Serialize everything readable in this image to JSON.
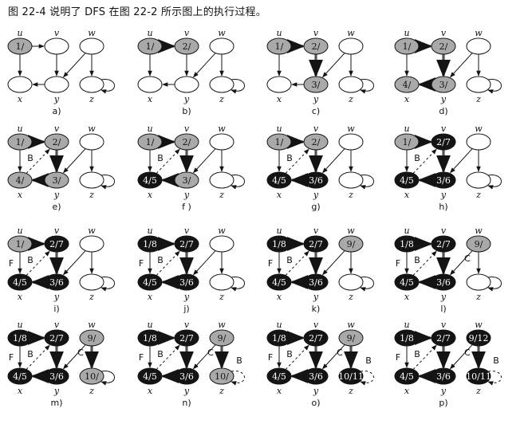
{
  "header": "图 22-4 说明了 DFS 在图 22-2 所示图上的执行过程。",
  "panels": [
    {
      "caption": "a)",
      "nodes": {
        "u": {
          "state": "gray",
          "text": "1/"
        },
        "v": {
          "state": "white",
          "text": ""
        },
        "w": {
          "state": "white",
          "text": ""
        },
        "x": {
          "state": "white",
          "text": ""
        },
        "y": {
          "state": "white",
          "text": ""
        },
        "z": {
          "state": "white",
          "text": ""
        }
      },
      "edges": {
        "uv": "plain",
        "ux": "plain",
        "vy": "plain",
        "yx": "plain",
        "wy": "plain",
        "wz": "plain",
        "zz": "plain"
      }
    },
    {
      "caption": "b)",
      "nodes": {
        "u": {
          "state": "gray",
          "text": "1/"
        },
        "v": {
          "state": "gray",
          "text": "2/"
        },
        "w": {
          "state": "white",
          "text": ""
        },
        "x": {
          "state": "white",
          "text": ""
        },
        "y": {
          "state": "white",
          "text": ""
        },
        "z": {
          "state": "white",
          "text": ""
        }
      },
      "edges": {
        "uv": "tree",
        "ux": "plain",
        "vy": "plain",
        "yx": "plain",
        "wy": "plain",
        "wz": "plain",
        "zz": "plain"
      }
    },
    {
      "caption": "c)",
      "nodes": {
        "u": {
          "state": "gray",
          "text": "1/"
        },
        "v": {
          "state": "gray",
          "text": "2/"
        },
        "w": {
          "state": "white",
          "text": ""
        },
        "x": {
          "state": "white",
          "text": ""
        },
        "y": {
          "state": "gray",
          "text": "3/"
        },
        "z": {
          "state": "white",
          "text": ""
        }
      },
      "edges": {
        "uv": "tree",
        "ux": "plain",
        "vy": "tree",
        "yx": "plain",
        "wy": "plain",
        "wz": "plain",
        "zz": "plain"
      }
    },
    {
      "caption": "d)",
      "nodes": {
        "u": {
          "state": "gray",
          "text": "1/"
        },
        "v": {
          "state": "gray",
          "text": "2/"
        },
        "w": {
          "state": "white",
          "text": ""
        },
        "x": {
          "state": "gray",
          "text": "4/"
        },
        "y": {
          "state": "gray",
          "text": "3/"
        },
        "z": {
          "state": "white",
          "text": ""
        }
      },
      "edges": {
        "uv": "tree",
        "ux": "plain",
        "vy": "tree",
        "yx": "tree",
        "wy": "plain",
        "wz": "plain",
        "zz": "plain"
      }
    },
    {
      "caption": "e)",
      "nodes": {
        "u": {
          "state": "gray",
          "text": "1/"
        },
        "v": {
          "state": "gray",
          "text": "2/"
        },
        "w": {
          "state": "white",
          "text": ""
        },
        "x": {
          "state": "gray",
          "text": "4/"
        },
        "y": {
          "state": "gray",
          "text": "3/"
        },
        "z": {
          "state": "white",
          "text": ""
        }
      },
      "edges": {
        "uv": "tree",
        "ux": "plain",
        "vy": "tree",
        "yx": "tree",
        "wy": "plain",
        "wz": "plain",
        "zz": "plain",
        "xv": "B"
      }
    },
    {
      "caption": "f )",
      "nodes": {
        "u": {
          "state": "gray",
          "text": "1/"
        },
        "v": {
          "state": "gray",
          "text": "2/"
        },
        "w": {
          "state": "white",
          "text": ""
        },
        "x": {
          "state": "black",
          "text": "4/5"
        },
        "y": {
          "state": "gray",
          "text": "3/"
        },
        "z": {
          "state": "white",
          "text": ""
        }
      },
      "edges": {
        "uv": "tree",
        "ux": "plain",
        "vy": "tree",
        "yx": "tree",
        "wy": "plain",
        "wz": "plain",
        "zz": "plain",
        "xv": "B"
      }
    },
    {
      "caption": "g)",
      "nodes": {
        "u": {
          "state": "gray",
          "text": "1/"
        },
        "v": {
          "state": "gray",
          "text": "2/"
        },
        "w": {
          "state": "white",
          "text": ""
        },
        "x": {
          "state": "black",
          "text": "4/5"
        },
        "y": {
          "state": "black",
          "text": "3/6"
        },
        "z": {
          "state": "white",
          "text": ""
        }
      },
      "edges": {
        "uv": "tree",
        "ux": "plain",
        "vy": "tree",
        "yx": "tree",
        "wy": "plain",
        "wz": "plain",
        "zz": "plain",
        "xv": "B"
      }
    },
    {
      "caption": "h)",
      "nodes": {
        "u": {
          "state": "gray",
          "text": "1/"
        },
        "v": {
          "state": "black",
          "text": "2/7"
        },
        "w": {
          "state": "white",
          "text": ""
        },
        "x": {
          "state": "black",
          "text": "4/5"
        },
        "y": {
          "state": "black",
          "text": "3/6"
        },
        "z": {
          "state": "white",
          "text": ""
        }
      },
      "edges": {
        "uv": "tree",
        "ux": "plain",
        "vy": "tree",
        "yx": "tree",
        "wy": "plain",
        "wz": "plain",
        "zz": "plain",
        "xv": "B"
      }
    },
    {
      "caption": "i)",
      "nodes": {
        "u": {
          "state": "gray",
          "text": "1/"
        },
        "v": {
          "state": "black",
          "text": "2/7"
        },
        "w": {
          "state": "white",
          "text": ""
        },
        "x": {
          "state": "black",
          "text": "4/5"
        },
        "y": {
          "state": "black",
          "text": "3/6"
        },
        "z": {
          "state": "white",
          "text": ""
        }
      },
      "edges": {
        "uv": "tree",
        "ux": "F",
        "vy": "tree",
        "yx": "tree",
        "wy": "plain",
        "wz": "plain",
        "zz": "plain",
        "xv": "B"
      }
    },
    {
      "caption": "j)",
      "nodes": {
        "u": {
          "state": "black",
          "text": "1/8"
        },
        "v": {
          "state": "black",
          "text": "2/7"
        },
        "w": {
          "state": "white",
          "text": ""
        },
        "x": {
          "state": "black",
          "text": "4/5"
        },
        "y": {
          "state": "black",
          "text": "3/6"
        },
        "z": {
          "state": "white",
          "text": ""
        }
      },
      "edges": {
        "uv": "tree",
        "ux": "F",
        "vy": "tree",
        "yx": "tree",
        "wy": "plain",
        "wz": "plain",
        "zz": "plain",
        "xv": "B"
      }
    },
    {
      "caption": "k)",
      "nodes": {
        "u": {
          "state": "black",
          "text": "1/8"
        },
        "v": {
          "state": "black",
          "text": "2/7"
        },
        "w": {
          "state": "gray",
          "text": "9/"
        },
        "x": {
          "state": "black",
          "text": "4/5"
        },
        "y": {
          "state": "black",
          "text": "3/6"
        },
        "z": {
          "state": "white",
          "text": ""
        }
      },
      "edges": {
        "uv": "tree",
        "ux": "F",
        "vy": "tree",
        "yx": "tree",
        "wy": "plain",
        "wz": "plain",
        "zz": "plain",
        "xv": "B"
      }
    },
    {
      "caption": "l)",
      "nodes": {
        "u": {
          "state": "black",
          "text": "1/8"
        },
        "v": {
          "state": "black",
          "text": "2/7"
        },
        "w": {
          "state": "gray",
          "text": "9/"
        },
        "x": {
          "state": "black",
          "text": "4/5"
        },
        "y": {
          "state": "black",
          "text": "3/6"
        },
        "z": {
          "state": "white",
          "text": ""
        }
      },
      "edges": {
        "uv": "tree",
        "ux": "F",
        "vy": "tree",
        "yx": "tree",
        "wy": "C",
        "wz": "plain",
        "zz": "plain",
        "xv": "B"
      }
    },
    {
      "caption": "m)",
      "nodes": {
        "u": {
          "state": "black",
          "text": "1/8"
        },
        "v": {
          "state": "black",
          "text": "2/7"
        },
        "w": {
          "state": "gray",
          "text": "9/"
        },
        "x": {
          "state": "black",
          "text": "4/5"
        },
        "y": {
          "state": "black",
          "text": "3/6"
        },
        "z": {
          "state": "gray",
          "text": "10/"
        }
      },
      "edges": {
        "uv": "tree",
        "ux": "F",
        "vy": "tree",
        "yx": "tree",
        "wy": "C",
        "wz": "tree",
        "zz": "plain",
        "xv": "B"
      }
    },
    {
      "caption": "n)",
      "nodes": {
        "u": {
          "state": "black",
          "text": "1/8"
        },
        "v": {
          "state": "black",
          "text": "2/7"
        },
        "w": {
          "state": "gray",
          "text": "9/"
        },
        "x": {
          "state": "black",
          "text": "4/5"
        },
        "y": {
          "state": "black",
          "text": "3/6"
        },
        "z": {
          "state": "gray",
          "text": "10/"
        }
      },
      "edges": {
        "uv": "tree",
        "ux": "F",
        "vy": "tree",
        "yx": "tree",
        "wy": "C",
        "wz": "tree",
        "zz": "B",
        "xv": "B"
      }
    },
    {
      "caption": "o)",
      "nodes": {
        "u": {
          "state": "black",
          "text": "1/8"
        },
        "v": {
          "state": "black",
          "text": "2/7"
        },
        "w": {
          "state": "gray",
          "text": "9/"
        },
        "x": {
          "state": "black",
          "text": "4/5"
        },
        "y": {
          "state": "black",
          "text": "3/6"
        },
        "z": {
          "state": "black",
          "text": "10/11"
        }
      },
      "edges": {
        "uv": "tree",
        "ux": "F",
        "vy": "tree",
        "yx": "tree",
        "wy": "C",
        "wz": "tree",
        "zz": "B",
        "xv": "B"
      }
    },
    {
      "caption": "p)",
      "nodes": {
        "u": {
          "state": "black",
          "text": "1/8"
        },
        "v": {
          "state": "black",
          "text": "2/7"
        },
        "w": {
          "state": "black",
          "text": "9/12"
        },
        "x": {
          "state": "black",
          "text": "4/5"
        },
        "y": {
          "state": "black",
          "text": "3/6"
        },
        "z": {
          "state": "black",
          "text": "10/11"
        }
      },
      "edges": {
        "uv": "tree",
        "ux": "F",
        "vy": "tree",
        "yx": "tree",
        "wy": "C",
        "wz": "tree",
        "zz": "B",
        "xv": "B"
      }
    }
  ],
  "colors": {
    "gray": "#a9a9a9",
    "black": "#141414",
    "white": "#ffffff",
    "ink": "#141414"
  }
}
